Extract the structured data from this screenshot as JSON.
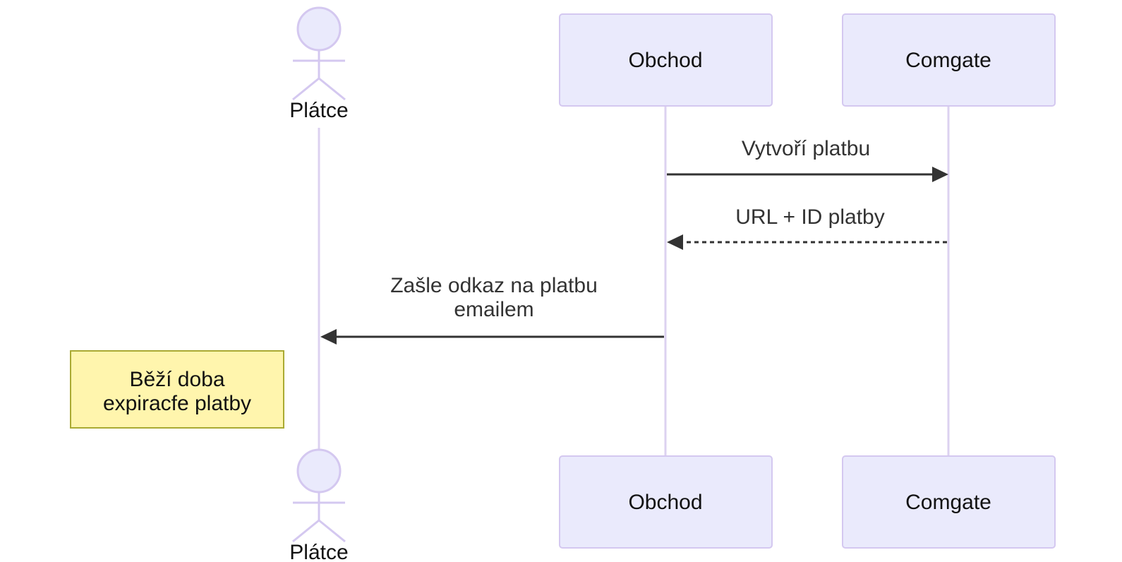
{
  "participants": {
    "payer": {
      "label": "Plátce",
      "kind": "actor"
    },
    "shop": {
      "label": "Obchod",
      "kind": "box"
    },
    "gateway": {
      "label": "Comgate",
      "kind": "box"
    }
  },
  "messages": [
    {
      "from": "shop",
      "to": "gateway",
      "style": "solid",
      "lines": [
        "Vytvoří platbu"
      ]
    },
    {
      "from": "gateway",
      "to": "shop",
      "style": "dashed",
      "lines": [
        "URL + ID platby"
      ]
    },
    {
      "from": "shop",
      "to": "payer",
      "style": "solid",
      "lines": [
        "Zašle odkaz na platbu",
        "emailem"
      ]
    }
  ],
  "note": {
    "placement": "left of Plátce",
    "lines": [
      "Běží doba",
      "expiracfe platby"
    ]
  },
  "colors": {
    "participant_fill": "#eaeafc",
    "participant_border": "#d4c8f0",
    "lifeline": "#dcd2f0",
    "message": "#333333",
    "note_fill": "#fff5ad",
    "note_border": "#aaaa33"
  }
}
